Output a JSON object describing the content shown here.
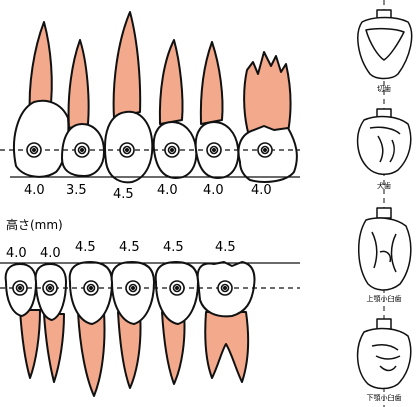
{
  "upper_arch": {
    "heights": [
      "4.0",
      "3.5",
      "4.5",
      "4.0",
      "4.0",
      "4.0"
    ]
  },
  "height_caption": "高さ(mm)",
  "lower_arch": {
    "heights": [
      "4.0",
      "4.0",
      "4.5",
      "4.5",
      "4.5",
      "4.5"
    ]
  },
  "side_views": [
    {
      "label": "切歯"
    },
    {
      "label": "犬歯"
    },
    {
      "label": "上顎小臼歯"
    },
    {
      "label": "下顎小臼歯"
    }
  ],
  "colors": {
    "root": "#F2A98C",
    "crown": "#ffffff",
    "outline": "#111111"
  }
}
